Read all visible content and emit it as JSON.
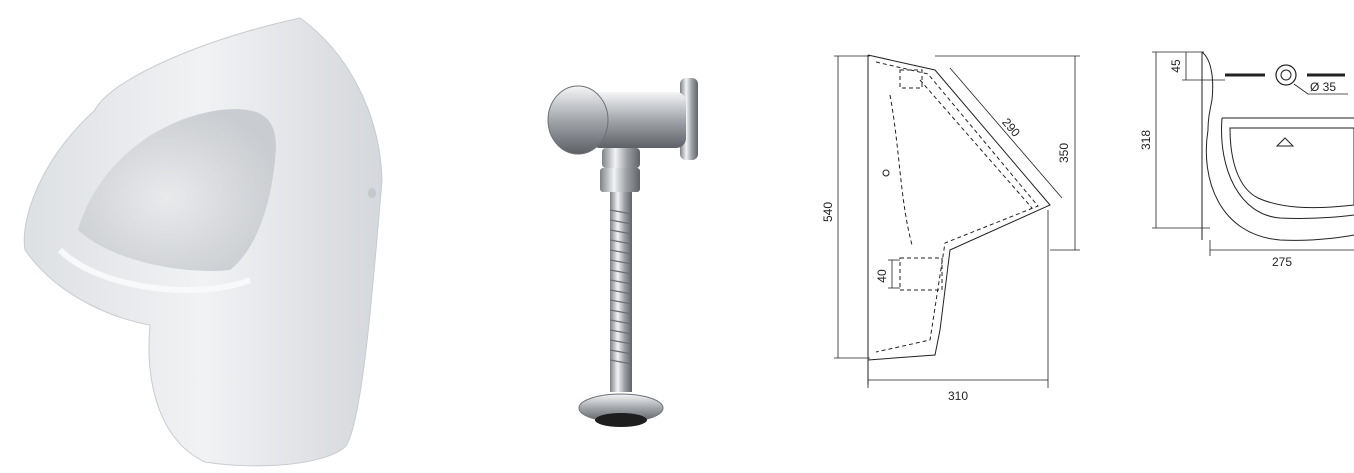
{
  "side_view": {
    "dim_height": "540",
    "dim_front": "350",
    "dim_diagonal": "290",
    "dim_width": "310",
    "dim_inlet": "40"
  },
  "top_view": {
    "dim_depth": "318",
    "dim_offset": "45",
    "dim_pipe": "Ø 35",
    "dim_width": "275"
  },
  "colors": {
    "ceramic": "#eceef0",
    "chrome": "#b5b8bc",
    "line": "#222222"
  }
}
